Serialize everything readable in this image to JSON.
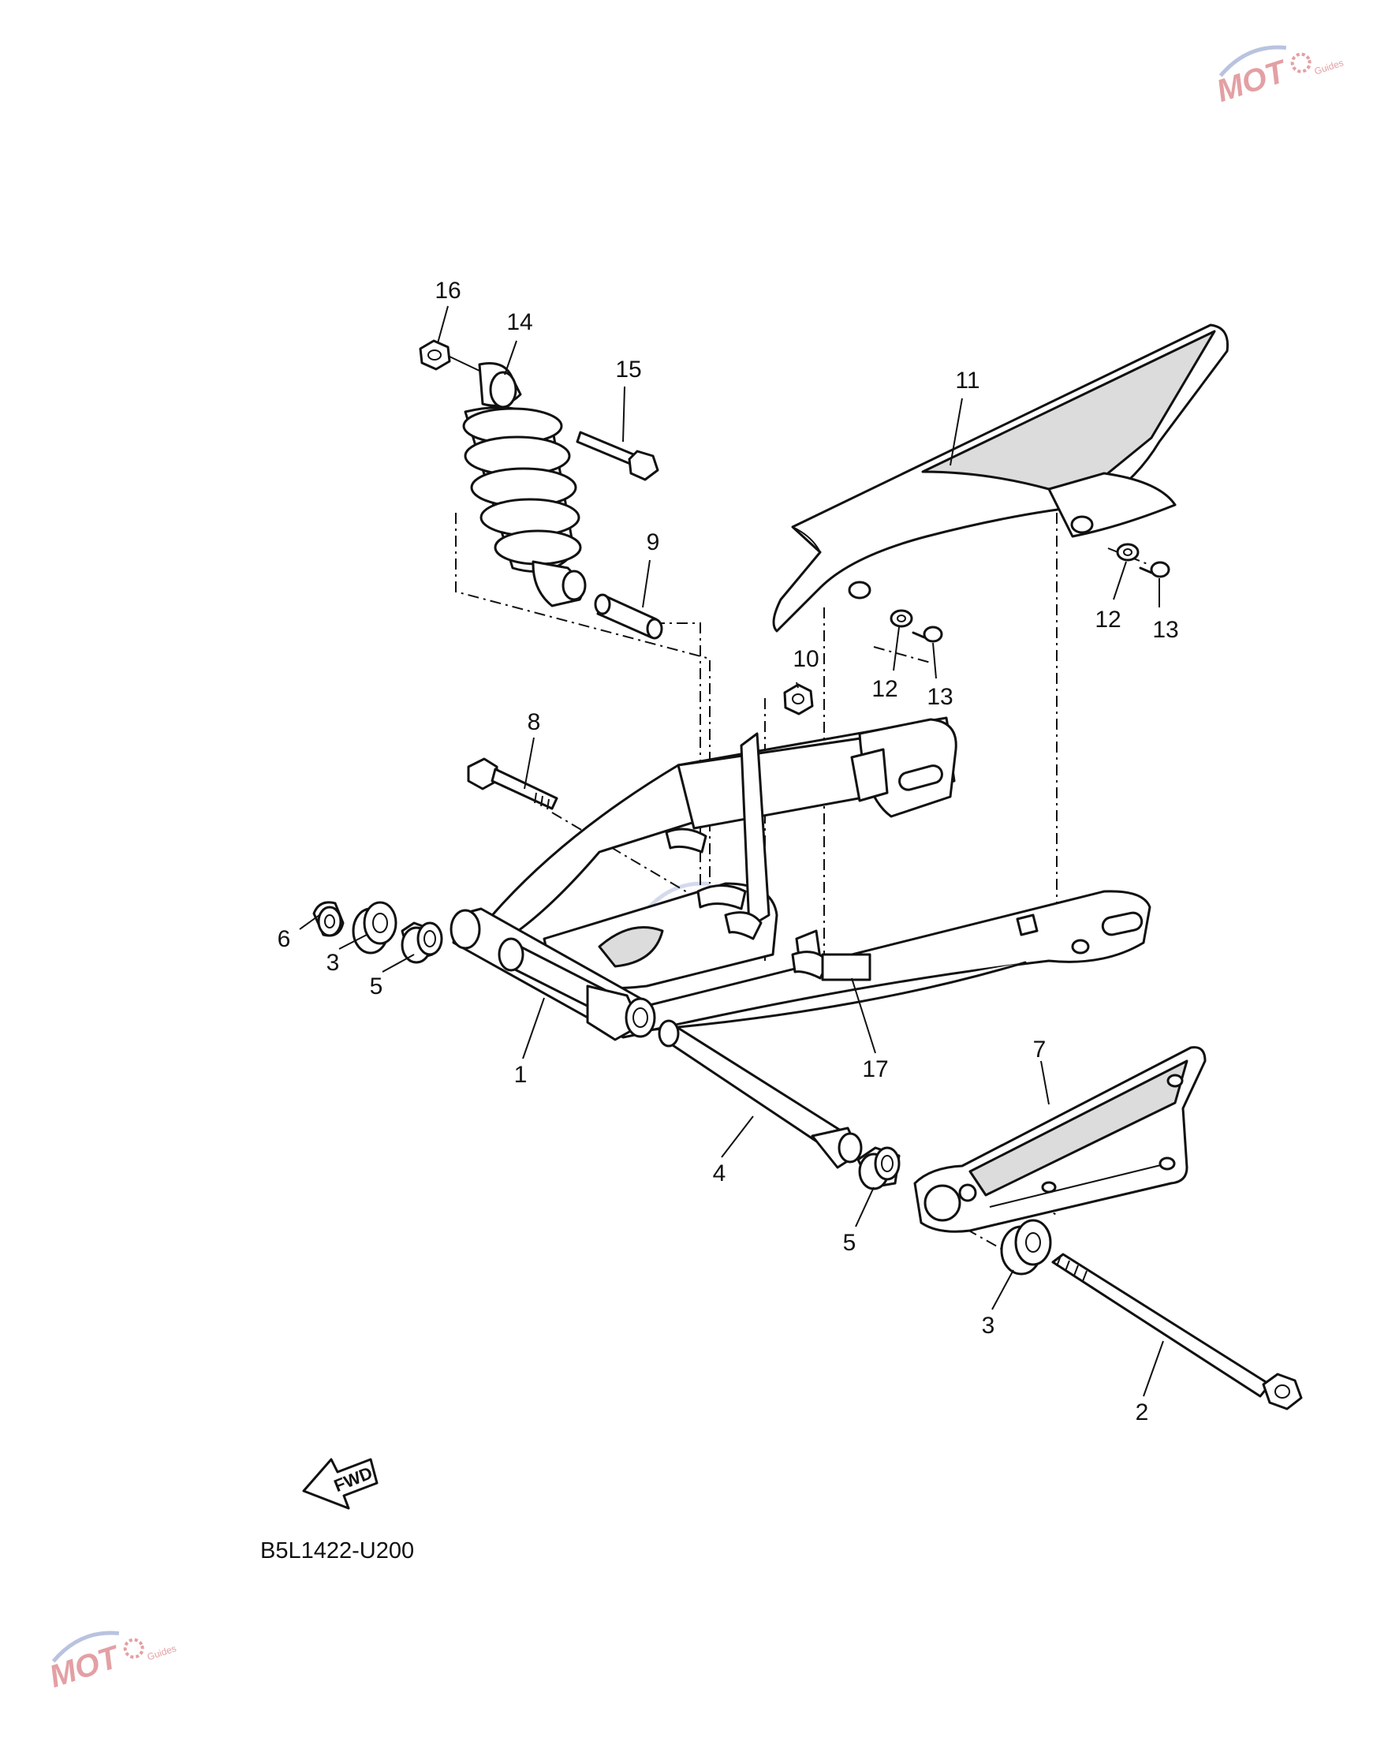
{
  "diagram": {
    "drawing_code": "B5L1422-U200",
    "fwd_label": "FWD",
    "callouts": {
      "c1": "1",
      "c2": "2",
      "c3a": "3",
      "c3b": "3",
      "c4": "4",
      "c5a": "5",
      "c5b": "5",
      "c6": "6",
      "c7": "7",
      "c8": "8",
      "c9": "9",
      "c10": "10",
      "c11": "11",
      "c12a": "12",
      "c12b": "12",
      "c13a": "13",
      "c13b": "13",
      "c14": "14",
      "c15": "15",
      "c16": "16",
      "c17": "17"
    },
    "watermark": {
      "logo_text": "MOT",
      "tag": "Guides"
    }
  }
}
